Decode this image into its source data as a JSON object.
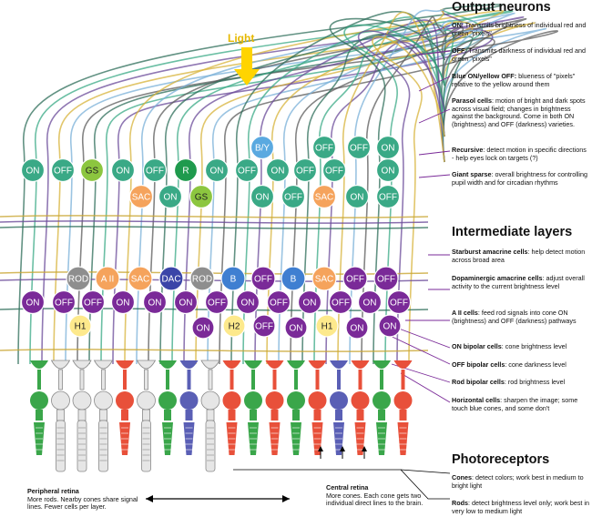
{
  "light_label": "Light",
  "sections": {
    "output": {
      "title": "Output neurons",
      "items": [
        {
          "term": "ON",
          "desc": ": Transmits brightness of individual red and green \"pixels\""
        },
        {
          "term": "OFF",
          "desc": ": Transmits darkness of individual red and green \"pixels\""
        },
        {
          "term": "Blue ON/yellow OFF:",
          "desc": " blueness of \"pixels\" relative to the yellow around them"
        },
        {
          "term": "Parasol cells",
          "desc": ": motion of bright and dark spots across visual field; changes in brightness against the background. Come in both ON (brightness) and OFF (darkness) varieties."
        },
        {
          "term": "Recursive",
          "desc": ": detect motion in specific directions - help eyes lock on targets (?)"
        },
        {
          "term": "Giant sparse",
          "desc": ": overall brightness for controlling pupil width and for circadian rhythms"
        }
      ]
    },
    "intermediate": {
      "title": "Intermediate layers",
      "items": [
        {
          "term": "Starburst amacrine cells",
          "desc": ": help detect motion across broad area"
        },
        {
          "term": "Dopaminergic amacrine cells",
          "desc": ": adjust overall activity to the current brightness level"
        },
        {
          "term": "A II cells",
          "desc": ": feed rod signals into cone ON (brightness) and OFF (darkness) pathways"
        },
        {
          "term": "ON bipolar cells",
          "desc": ": cone brightness level"
        },
        {
          "term": "OFF bipolar cells",
          "desc": ": cone darkness level"
        },
        {
          "term": "Rod bipolar cells",
          "desc": ": rod brightness level"
        },
        {
          "term": "Horizontal cells",
          "desc": ": sharpen the image; some touch blue cones, and some don't"
        }
      ]
    },
    "photoreceptors": {
      "title": "Photoreceptors",
      "items": [
        {
          "term": "Cones",
          "desc": ": detect colors; work best in medium to bright light"
        },
        {
          "term": "Rods",
          "desc": ": detect brightness level only; work best in very low to medium light"
        }
      ]
    }
  },
  "peripheral": {
    "title": "Peripheral retina",
    "desc": "More rods. Nearby cones share signal lines. Fewer cells per layer."
  },
  "central": {
    "title": "Central retina",
    "desc": "More cones. Each cone gets two individual direct lines to the brain."
  },
  "colors": {
    "on": "#3aa986",
    "off": "#3aa986",
    "gs": "#8cc63f",
    "r": "#1f9a4d",
    "by": "#5aa9e0",
    "sac": "#f5a35c",
    "rod_amacrine": "#8e8e8e",
    "aii": "#f5a35c",
    "dac": "#3b45a8",
    "bipolar_b": "#3f7fd1",
    "bipolar_off": "#7a2a98",
    "bipolar_on": "#7a2a98",
    "h": "#fde98c",
    "cone_red": "#e8503a",
    "cone_green": "#3aa64a",
    "cone_blue": "#5a5fb5",
    "rod": "#e6e6e6"
  },
  "output_cells": [
    {
      "label": "ON",
      "type": "on"
    },
    {
      "label": "OFF",
      "type": "off"
    },
    {
      "label": "GS",
      "type": "gs"
    },
    {
      "label": "ON",
      "type": "on"
    },
    {
      "label": "OFF",
      "type": "off"
    },
    {
      "label": "R",
      "type": "r"
    },
    {
      "label": "ON",
      "type": "on"
    },
    {
      "label": "OFF",
      "type": "off"
    },
    {
      "label": "ON",
      "type": "on"
    },
    {
      "label": "OFF",
      "type": "off"
    },
    {
      "label": "OFF",
      "type": "off"
    },
    {
      "label": "ON",
      "type": "on"
    },
    {
      "label": "B/Y",
      "type": "by"
    },
    {
      "label": "OFF",
      "type": "off"
    },
    {
      "label": "OFF",
      "type": "off"
    },
    {
      "label": "ON",
      "type": "on"
    },
    {
      "label": "SAC",
      "type": "sac"
    },
    {
      "label": "ON",
      "type": "on"
    },
    {
      "label": "GS",
      "type": "gs"
    },
    {
      "label": "ON",
      "type": "on"
    },
    {
      "label": "OFF",
      "type": "off"
    },
    {
      "label": "SAC",
      "type": "sac"
    },
    {
      "label": "ON",
      "type": "on"
    },
    {
      "label": "OFF",
      "type": "off"
    }
  ],
  "amacrine_row": [
    {
      "label": "ROD",
      "type": "rod_amacrine"
    },
    {
      "label": "A II",
      "type": "aii"
    },
    {
      "label": "SAC",
      "type": "sac"
    },
    {
      "label": "DAC",
      "type": "dac"
    },
    {
      "label": "ROD",
      "type": "rod_amacrine"
    },
    {
      "label": "B",
      "type": "bipolar_b"
    },
    {
      "label": "OFF",
      "type": "bipolar_off"
    },
    {
      "label": "B",
      "type": "bipolar_b"
    },
    {
      "label": "SAC",
      "type": "sac"
    },
    {
      "label": "OFF",
      "type": "bipolar_off"
    },
    {
      "label": "OFF",
      "type": "bipolar_off"
    }
  ],
  "bipolar_row": [
    {
      "label": "ON",
      "type": "bipolar_on"
    },
    {
      "label": "OFF",
      "type": "bipolar_off"
    },
    {
      "label": "OFF",
      "type": "bipolar_off"
    },
    {
      "label": "ON",
      "type": "bipolar_on"
    },
    {
      "label": "ON",
      "type": "bipolar_on"
    },
    {
      "label": "ON",
      "type": "bipolar_on"
    },
    {
      "label": "OFF",
      "type": "bipolar_off"
    },
    {
      "label": "ON",
      "type": "bipolar_on"
    },
    {
      "label": "OFF",
      "type": "bipolar_off"
    },
    {
      "label": "ON",
      "type": "bipolar_on"
    },
    {
      "label": "OFF",
      "type": "bipolar_off"
    },
    {
      "label": "ON",
      "type": "bipolar_on"
    },
    {
      "label": "OFF",
      "type": "bipolar_off"
    }
  ],
  "horizontal_row": [
    {
      "label": "H1",
      "type": "h"
    },
    {
      "label": "ON",
      "type": "bipolar_on"
    },
    {
      "label": "H2",
      "type": "h"
    },
    {
      "label": "OFF",
      "type": "bipolar_off"
    },
    {
      "label": "ON",
      "type": "bipolar_on"
    },
    {
      "label": "H1",
      "type": "h"
    },
    {
      "label": "ON",
      "type": "bipolar_on"
    },
    {
      "label": "ON",
      "type": "bipolar_on"
    }
  ],
  "photoreceptors": [
    "cone_green",
    "rod",
    "rod",
    "rod",
    "cone_red",
    "rod",
    "cone_green",
    "cone_blue",
    "rod",
    "cone_red",
    "cone_green",
    "cone_red",
    "cone_green",
    "cone_red",
    "cone_blue",
    "cone_red",
    "cone_green",
    "cone_red"
  ]
}
